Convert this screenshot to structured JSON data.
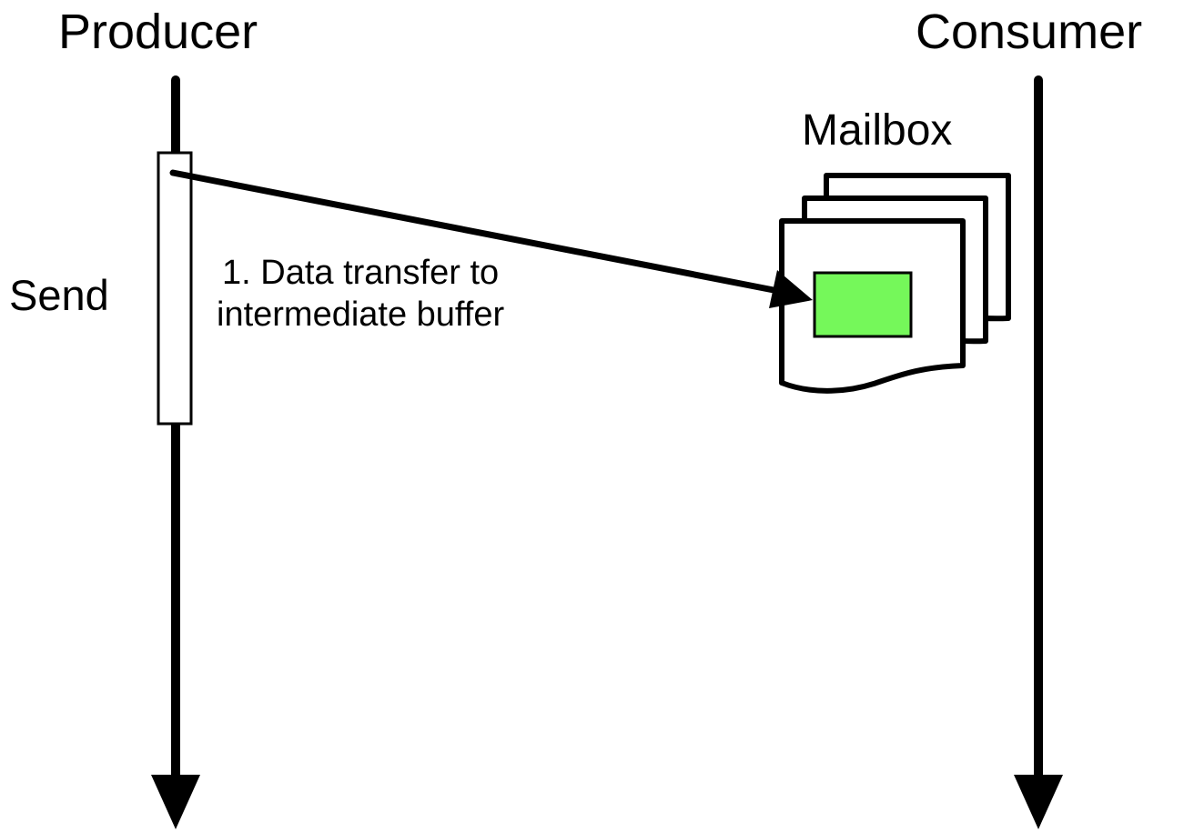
{
  "lifelines": {
    "producer": "Producer",
    "consumer": "Consumer"
  },
  "activation": {
    "label": "Send"
  },
  "message": {
    "line1": "1. Data transfer to",
    "line2": "intermediate buffer"
  },
  "mailbox": {
    "label": "Mailbox",
    "buffer_color": "#75f85a"
  },
  "colors": {
    "stroke": "#000000",
    "background": "#ffffff"
  }
}
